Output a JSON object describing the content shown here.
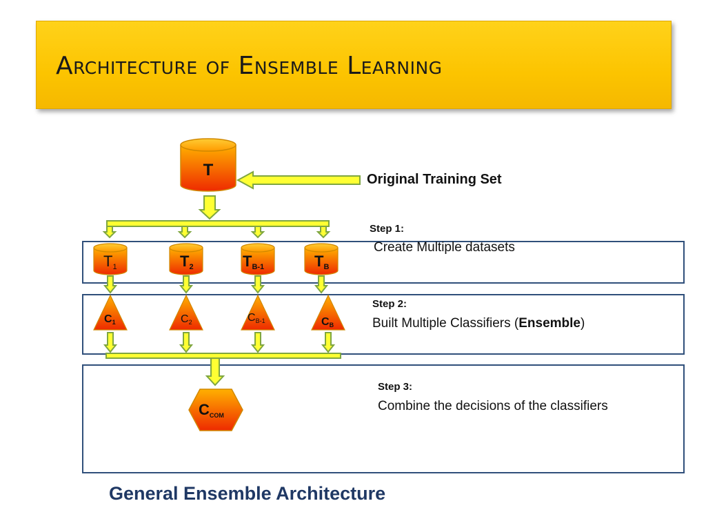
{
  "slide": {
    "title": "Architecture of Ensemble Learning"
  },
  "diagram": {
    "original_label": "Original Training Set",
    "top_node": "T",
    "datasets": [
      {
        "main": "T",
        "sub": "1"
      },
      {
        "main": "T",
        "sub": "2"
      },
      {
        "main": "T",
        "sub": "B-1"
      },
      {
        "main": "T",
        "sub": "B"
      }
    ],
    "classifiers": [
      {
        "main": "C",
        "sub": "1"
      },
      {
        "main": "C",
        "sub": "2"
      },
      {
        "main": "C",
        "sub": "B-1"
      },
      {
        "main": "C",
        "sub": "B"
      }
    ],
    "combiner": {
      "main": "C",
      "sub": "COM"
    },
    "steps": [
      {
        "head": "Step 1:",
        "desc": "Create Multiple datasets"
      },
      {
        "head": "Step 2:",
        "desc_prefix": "Built  Multiple Classifiers  (",
        "desc_bold": "Ensemble",
        "desc_suffix": ")"
      },
      {
        "head": "Step 3:",
        "desc": "Combine the decisions of the classifiers"
      }
    ],
    "caption": "General Ensemble Architecture"
  },
  "colors": {
    "title_bg": "#fcc400",
    "node_top": "#ffb000",
    "node_bottom": "#ee2a00",
    "arrow_fill": "#ffff33",
    "arrow_stroke": "#7fa640",
    "box_border": "#2f4f7a",
    "caption": "#1f3864"
  }
}
